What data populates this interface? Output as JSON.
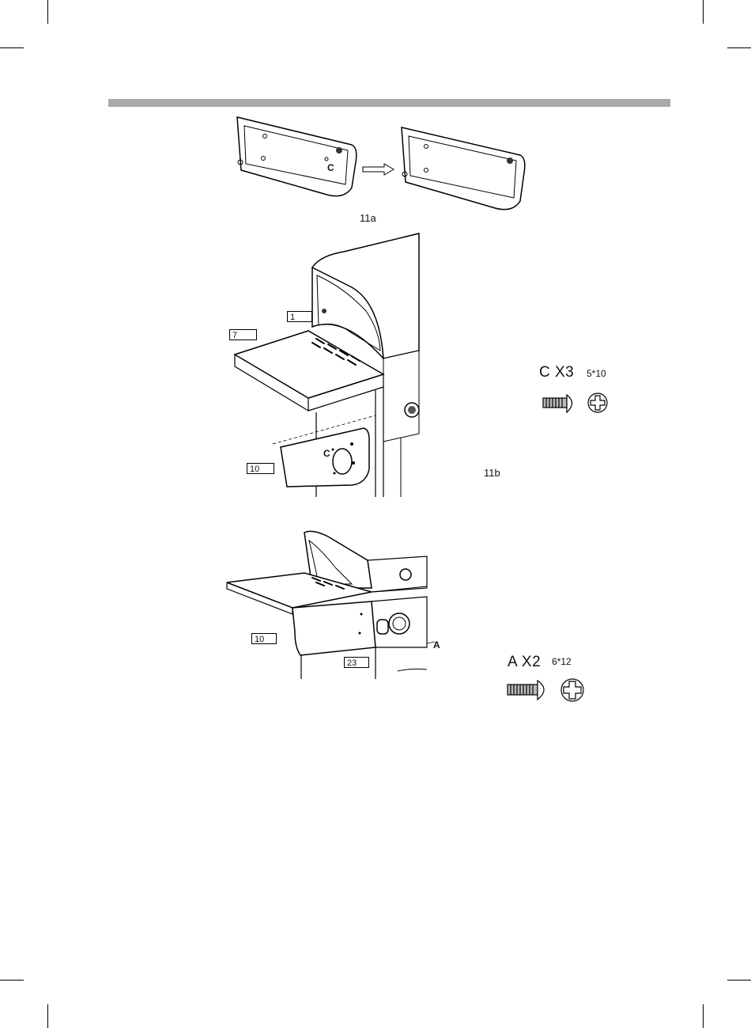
{
  "figures": {
    "fig_11a": "11a",
    "fig_11b": "11b"
  },
  "callouts": {
    "c_letter_11a": "C",
    "c_letter_11b": "C",
    "part_1": "1",
    "part_7": "7",
    "part_10_b": "10",
    "part_10_c": "10",
    "part_23": "23",
    "a_letter": "A"
  },
  "hardware": {
    "screw_c": {
      "qty_label": "C X3",
      "size": "5*10"
    },
    "screw_a": {
      "qty_label": "A X2",
      "size": "6*12"
    }
  }
}
